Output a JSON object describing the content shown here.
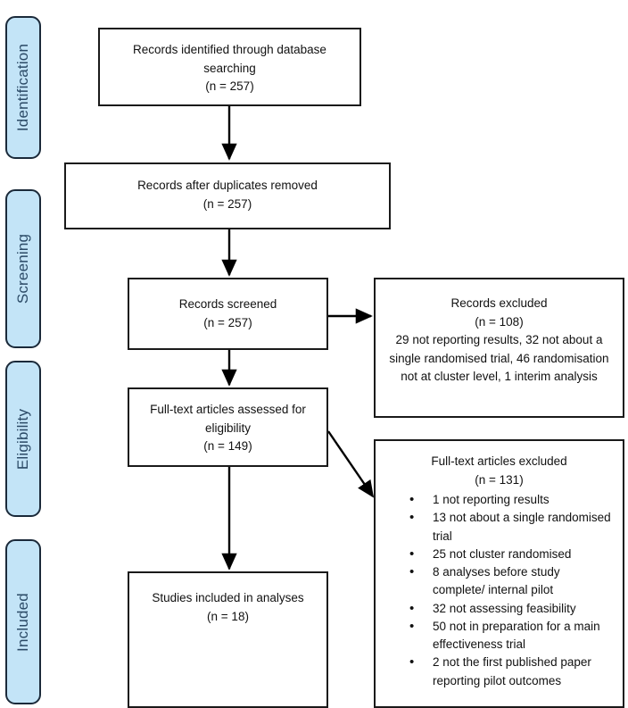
{
  "diagram": {
    "type": "prisma-flow-diagram",
    "stages": [
      {
        "name": "identification",
        "label": "Identification"
      },
      {
        "name": "screening",
        "label": "Screening"
      },
      {
        "name": "eligibility",
        "label": "Eligibility"
      },
      {
        "name": "included",
        "label": "Included"
      }
    ],
    "boxes": {
      "records_identified": {
        "lines": [
          "Records identified through database",
          "searching",
          "(n = 257)"
        ],
        "count": 257
      },
      "records_after_duplicates": {
        "lines": [
          "Records after duplicates removed",
          "(n = 257)"
        ],
        "count": 257
      },
      "records_screened": {
        "lines": [
          "Records screened",
          "(n = 257)"
        ],
        "count": 257
      },
      "records_excluded": {
        "lines": [
          "Records excluded",
          "(n = 108)",
          "29 not reporting results, 32 not about a",
          "single randomised trial, 46 randomisation",
          "not at cluster level, 1 interim analysis"
        ],
        "count": 108
      },
      "fulltext_assessed": {
        "lines": [
          "Full-text articles assessed for",
          "eligibility",
          "(n = 149)"
        ],
        "count": 149
      },
      "fulltext_excluded": {
        "heading": "Full-text articles excluded",
        "count_line": "(n = 131)",
        "count": 131,
        "reasons": [
          "1 not reporting results",
          "13 not about a single randomised trial",
          "25 not cluster randomised",
          "8 analyses before study complete/ internal pilot",
          "32 not assessing feasibility",
          "50 not in preparation for a main effectiveness trial",
          "2 not the first published paper reporting pilot outcomes"
        ]
      },
      "studies_included": {
        "lines": [
          "Studies included in analyses",
          "(n = 18)"
        ],
        "count": 18
      }
    },
    "colors": {
      "stage_fill": "#c3e4f7",
      "stage_border": "#1b2a3a",
      "stage_text": "#2b4a66",
      "box_border": "#1a1a1a",
      "box_fill": "#ffffff",
      "arrow": "#000000"
    }
  }
}
